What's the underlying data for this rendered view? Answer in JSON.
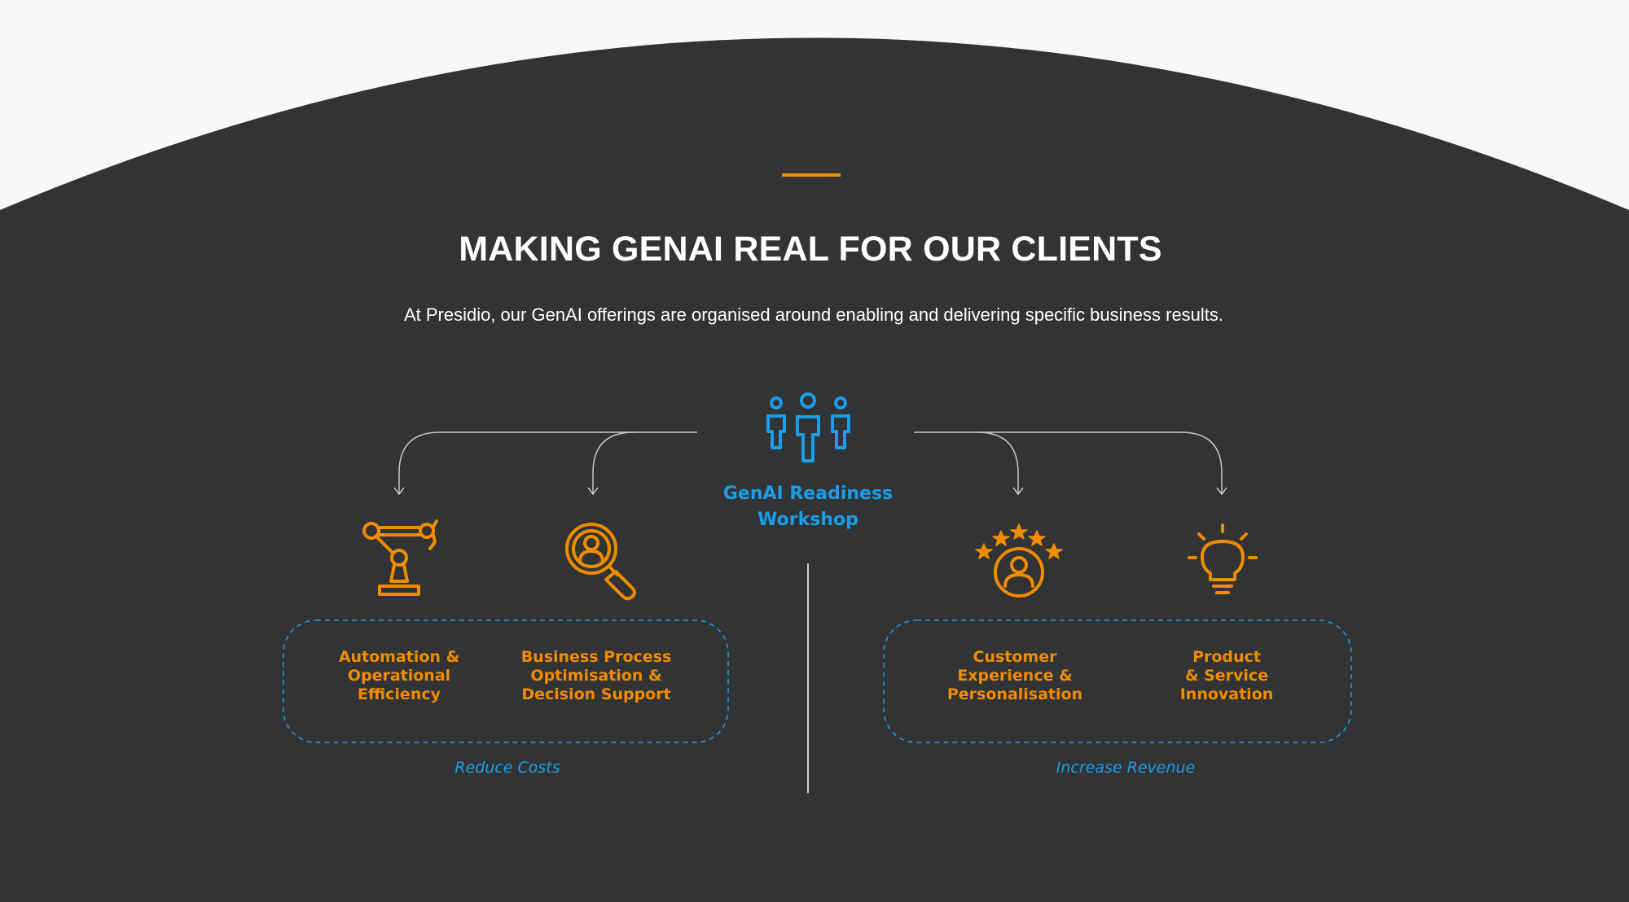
{
  "header": {
    "title": "MAKING GENAI REAL FOR OUR CLIENTS",
    "subtitle": "At Presidio, our GenAI offerings are organised around enabling and delivering specific business results."
  },
  "center": {
    "icon": "people-group-icon",
    "label": "GenAI Readiness\nWorkshop"
  },
  "groups": [
    {
      "caption": "Reduce Costs",
      "items": [
        {
          "icon": "robotic-arm-icon",
          "label": "Automation &\nOperational\nEfficiency"
        },
        {
          "icon": "magnifier-person-icon",
          "label": "Business Process\nOptimisation &\nDecision Support"
        }
      ]
    },
    {
      "caption": "Increase Revenue",
      "items": [
        {
          "icon": "customer-stars-icon",
          "label": "Customer\nExperience &\nPersonalisation"
        },
        {
          "icon": "lightbulb-icon",
          "label": "Product\n& Service\nInnovation"
        }
      ]
    }
  ],
  "colors": {
    "background": "#f7f8f8",
    "dark": "#323335",
    "accent_orange": "#f08c00",
    "accent_blue": "#1a9ee8",
    "text_white": "#ffffff",
    "connector": "#c8c8c8"
  }
}
